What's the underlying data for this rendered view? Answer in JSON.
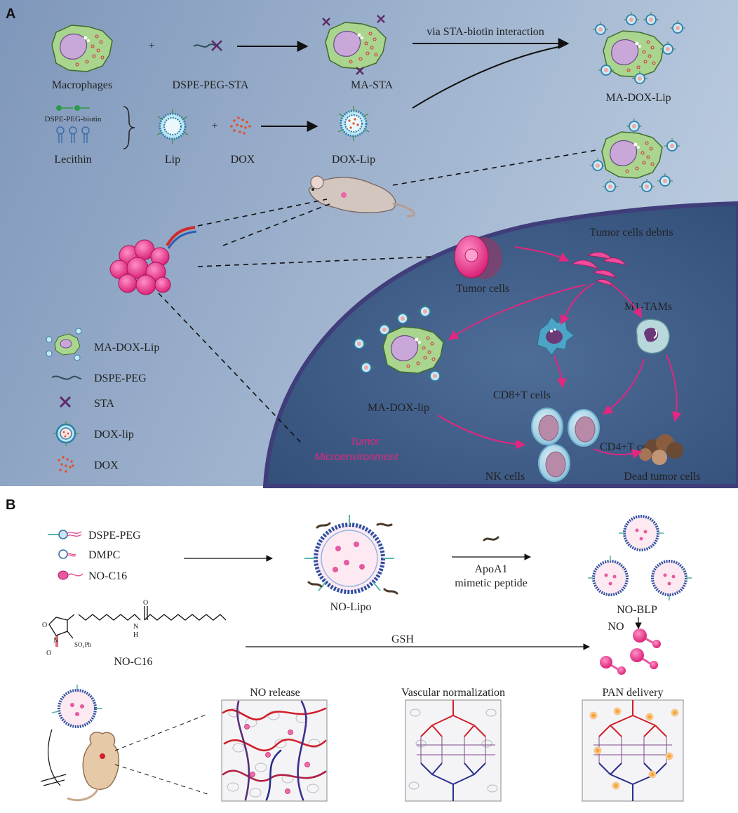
{
  "panel_a": {
    "letter": "A",
    "via_text": "via STA-biotin interaction",
    "macrophages": "Macrophages",
    "plus1": "+",
    "dspe_peg_sta": "DSPE-PEG-STA",
    "ma_sta": "MA-STA",
    "ma_dox_lip_top": "MA-DOX-Lip",
    "dspe_peg_biotin": "DSPE-PEG-biotin",
    "lecithin": "Lecithin",
    "lip": "Lip",
    "plus2": "+",
    "dox": "DOX",
    "dox_lip": "DOX-Lip",
    "tumor_cells_debris": "Tumor cells debris",
    "tumor_cells": "Tumor cells",
    "m1_tams": "M1-TAMs",
    "ma_dox_lip_lower": "MA-DOX-lip",
    "cd8": "CD8+T cells",
    "cd4": "CD4+T cells",
    "nk": "NK cells",
    "dead": "Dead tumor cells",
    "tme_line1": "Tumor",
    "tme_line2": "Microenvironment",
    "legend": [
      {
        "icon": "macrophage-icon",
        "label": "MA-DOX-Lip"
      },
      {
        "icon": "peg-chain-icon",
        "label": "DSPE-PEG"
      },
      {
        "icon": "cross-icon",
        "label": "STA"
      },
      {
        "icon": "liposome-icon",
        "label": "DOX-lip"
      },
      {
        "icon": "dots-icon",
        "label": "DOX"
      }
    ]
  },
  "panel_b": {
    "letter": "B",
    "legend": [
      {
        "icon": "lipid-peg-icon",
        "label": "DSPE-PEG"
      },
      {
        "icon": "lipid-icon",
        "label": "DMPC"
      },
      {
        "icon": "no-lipid-icon",
        "label": "NO-C16"
      }
    ],
    "no_lipo": "NO-Lipo",
    "apoa1_line1": "ApoA1",
    "apoa1_line2": "mimetic peptide",
    "no_blp": "NO-BLP",
    "no": "NO",
    "gsh": "GSH",
    "no_c16_name": "NO-C16",
    "chem": {
      "o_top": "O",
      "n_amide": "N",
      "h_amide": "H",
      "o_ring": "O",
      "n_ring": "N",
      "o_minus": "O",
      "so3ph": "SO₂Ph"
    },
    "panel_titles": [
      "NO release",
      "Vascular normalization",
      "PAN delivery"
    ]
  },
  "colors": {
    "panel_a_bg": "#8fa6c5",
    "tme_bg": "#36537f",
    "accent_pink": "#e3267f",
    "gsh_blue": "#2b2a8c",
    "vessel_red": "#d0202a",
    "vessel_blue": "#2a2f8c"
  }
}
